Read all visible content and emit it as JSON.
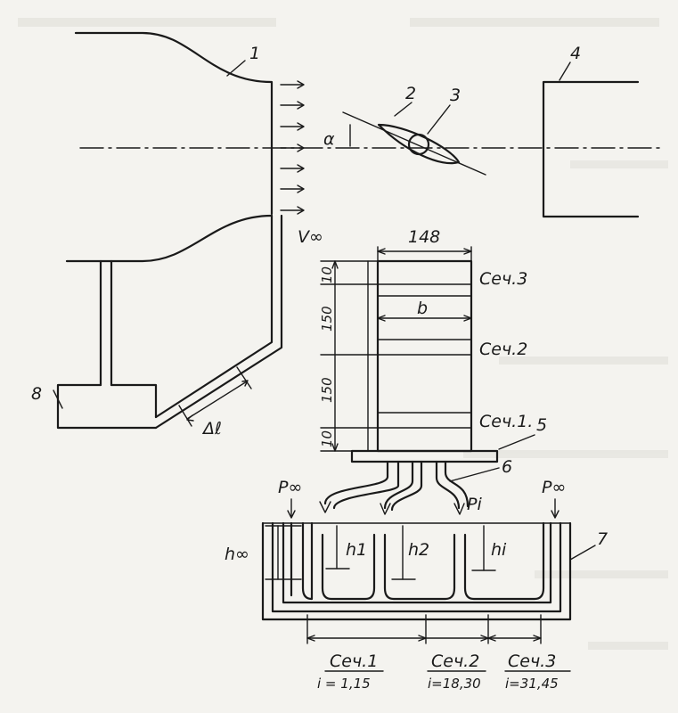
{
  "labels": {
    "n1": "1",
    "n2": "2",
    "n3": "3",
    "n4": "4",
    "n5": "5",
    "n6": "6",
    "n7": "7",
    "n8": "8",
    "alpha": "α",
    "v_inf": "V∞",
    "delta_l": "Δℓ",
    "width": "148",
    "b": "b",
    "dim_10_top": "10",
    "dim_150_top": "150",
    "dim_150_bot": "150",
    "dim_10_bot": "10",
    "sec3": "Сеч.3",
    "sec2": "Сеч.2",
    "sec1": "Сеч.1.",
    "p_inf_left": "P∞",
    "p_inf_right": "P∞",
    "p_i": "Pi",
    "h_inf": "h∞",
    "h1": "h1",
    "h2": "h2",
    "hi": "hi",
    "bottom_sec1": "Сеч.1",
    "bottom_sec2": "Сеч.2",
    "bottom_sec3": "Сеч.3",
    "i_sec1": "i = 1,15",
    "i_sec2": "i=18,30",
    "i_sec3": "i=31,45"
  }
}
